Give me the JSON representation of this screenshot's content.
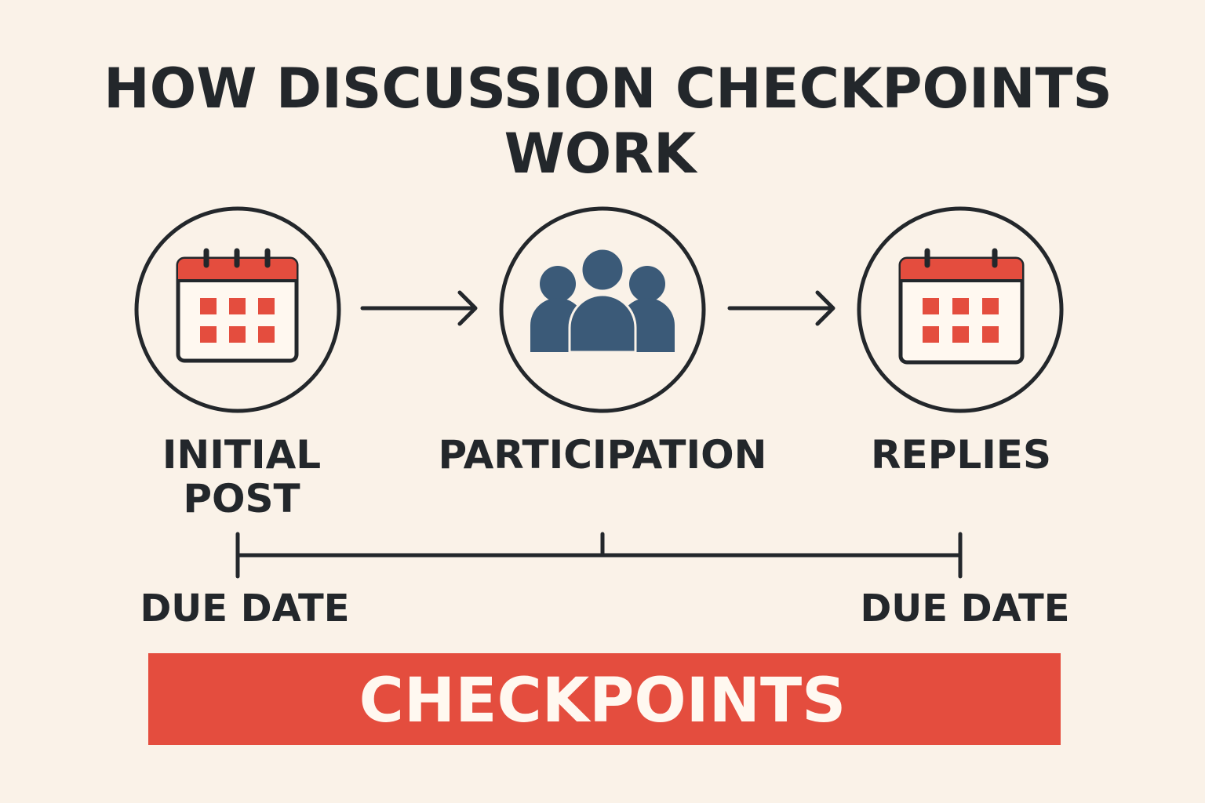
{
  "title": {
    "line1": "HOW DISCUSSION CHECKPOINTS",
    "line2": "WORK"
  },
  "steps": [
    {
      "label_line1": "INITIAL",
      "label_line2": "POST",
      "icon": "calendar-icon"
    },
    {
      "label_line1": "PARTICIPATION",
      "icon": "people-icon"
    },
    {
      "label_line1": "REPLIES",
      "icon": "calendar-icon"
    }
  ],
  "timeline": {
    "left_label": "DUE DATE",
    "right_label": "DUE DATE"
  },
  "banner": {
    "label": "CHECKPOINTS"
  },
  "colors": {
    "background": "#faf2e8",
    "accent": "#e44d3e",
    "ink": "#23272b",
    "people": "#3b5a78"
  }
}
